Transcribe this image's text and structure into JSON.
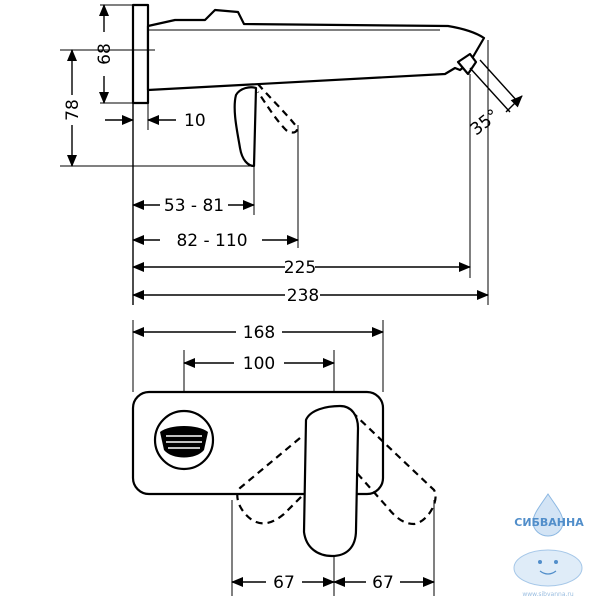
{
  "side_view": {
    "dim_height_flange": "68",
    "dim_height_total": "78",
    "dim_wall_gap": "10",
    "dim_lever_range_a": "53 - 81",
    "dim_lever_range_b": "82 - 110",
    "dim_outlet_reach": "225",
    "dim_total_reach": "238",
    "dim_outlet_angle": "35°"
  },
  "front_view": {
    "dim_plate_width": "168",
    "dim_center_distance": "100",
    "dim_lever_swing_left": "67",
    "dim_lever_swing_right": "67"
  },
  "watermark": {
    "brand": "СИБВАННА",
    "url": "www.sibvanna.ru",
    "color": "#3f82c5"
  }
}
